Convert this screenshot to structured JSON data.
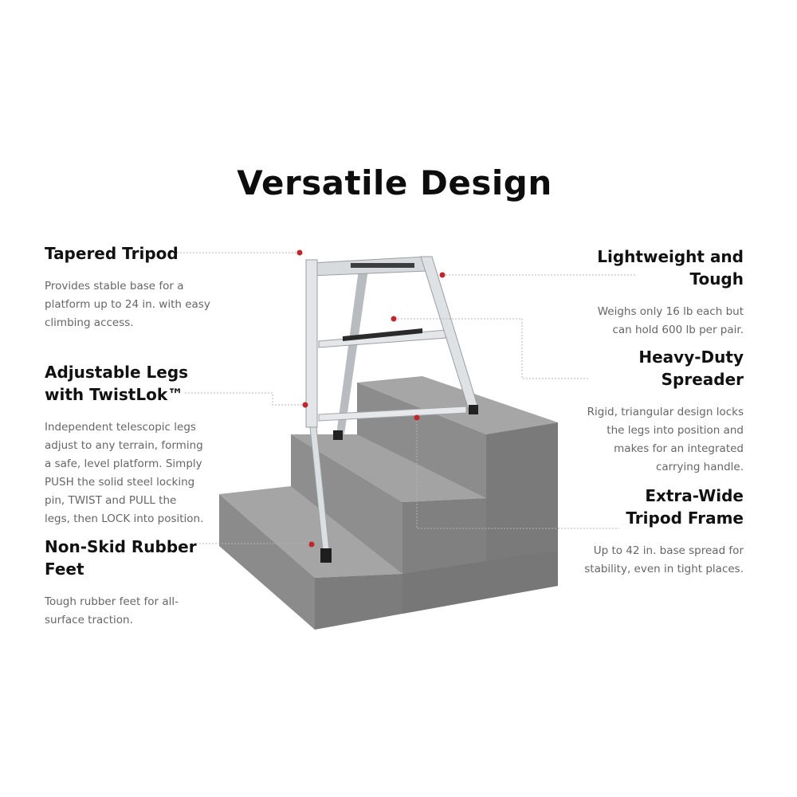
{
  "title": "Versatile Design",
  "features": {
    "tapered_tripod": {
      "heading": "Tapered Tripod",
      "text": "Provides stable base for a platform up to 24 in. with easy climbing access."
    },
    "adjustable_legs": {
      "heading": "Adjustable Legs with TwistLok™",
      "text": "Independent telescopic legs adjust to any terrain, forming a safe, level platform. Simply PUSH the solid steel locking pin, TWIST and PULL the legs, then LOCK into position."
    },
    "non_skid_feet": {
      "heading": "Non-Skid Rubber Feet",
      "text": "Tough rubber feet for all-surface traction."
    },
    "lightweight": {
      "heading": "Lightweight and Tough",
      "text": "Weighs only 16 lb each but can hold 600 lb per pair."
    },
    "spreader": {
      "heading": "Heavy-Duty Spreader",
      "text": "Rigid, triangular design locks the legs into position and makes for an integrated carrying handle."
    },
    "extra_wide": {
      "heading": "Extra-Wide Tripod Frame",
      "text": "Up to 42 in. base spread for stability, even in tight places."
    }
  },
  "colors": {
    "marker": "#c0272d",
    "stair_top": "#a3a3a3",
    "stair_front": "#8f8f8f",
    "stair_side": "#7d7d7d",
    "aluminum": "#d9dcdf"
  }
}
